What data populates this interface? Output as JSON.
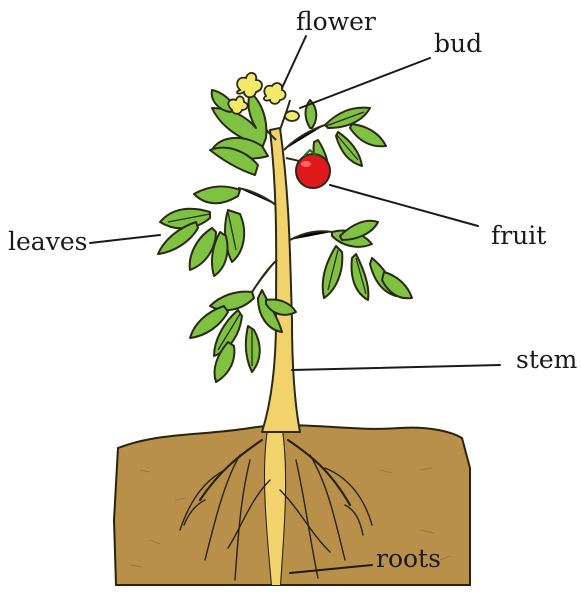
{
  "labels": {
    "flower": "flower",
    "bud": "bud",
    "leaves": "leaves",
    "fruit": "fruit",
    "stem": "stem",
    "roots": "roots"
  },
  "colors": {
    "soil": "#b8904a",
    "leaf": "#7fc241",
    "stem": "#f2d36b",
    "fruit": "#e0191c",
    "flower": "#f2e86a",
    "outline": "#2a2a14"
  }
}
